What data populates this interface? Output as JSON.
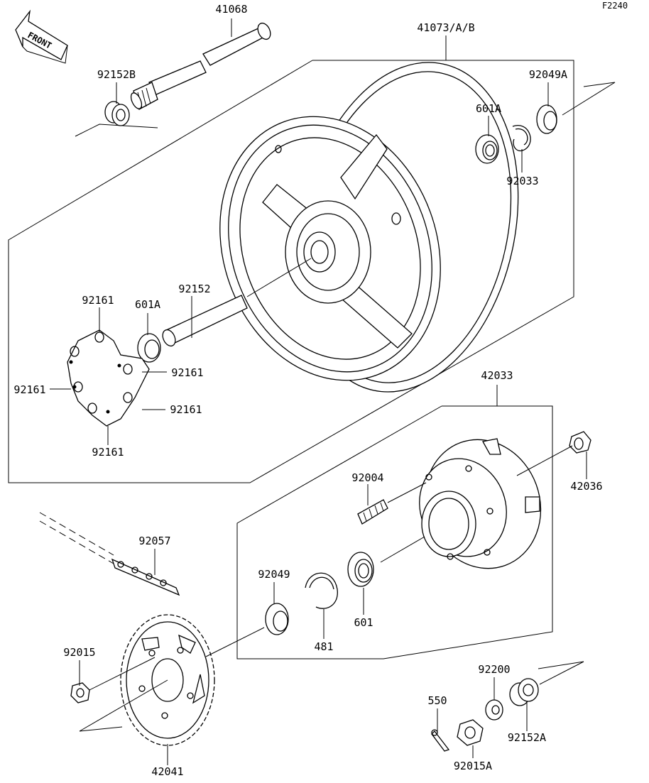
{
  "figure_code": "F2240",
  "front_arrow": "FRONT",
  "labels": {
    "p41068": "41068",
    "p41073": "41073/A/B",
    "p92152B": "92152B",
    "p92049A": "92049A",
    "p601A_top": "601A",
    "p92033": "92033",
    "p92152": "92152",
    "p601A_left": "601A",
    "p92161_a": "92161",
    "p92161_b": "92161",
    "p92161_c": "92161",
    "p92161_d": "92161",
    "p92161_e": "92161",
    "p42033": "42033",
    "p42036": "42036",
    "p92004": "92004",
    "p92057": "92057",
    "p92049": "92049",
    "p601": "601",
    "p481": "481",
    "p92015": "92015",
    "p42041": "42041",
    "p92200": "92200",
    "p550": "550",
    "p92152A": "92152A",
    "p92015A": "92015A"
  }
}
